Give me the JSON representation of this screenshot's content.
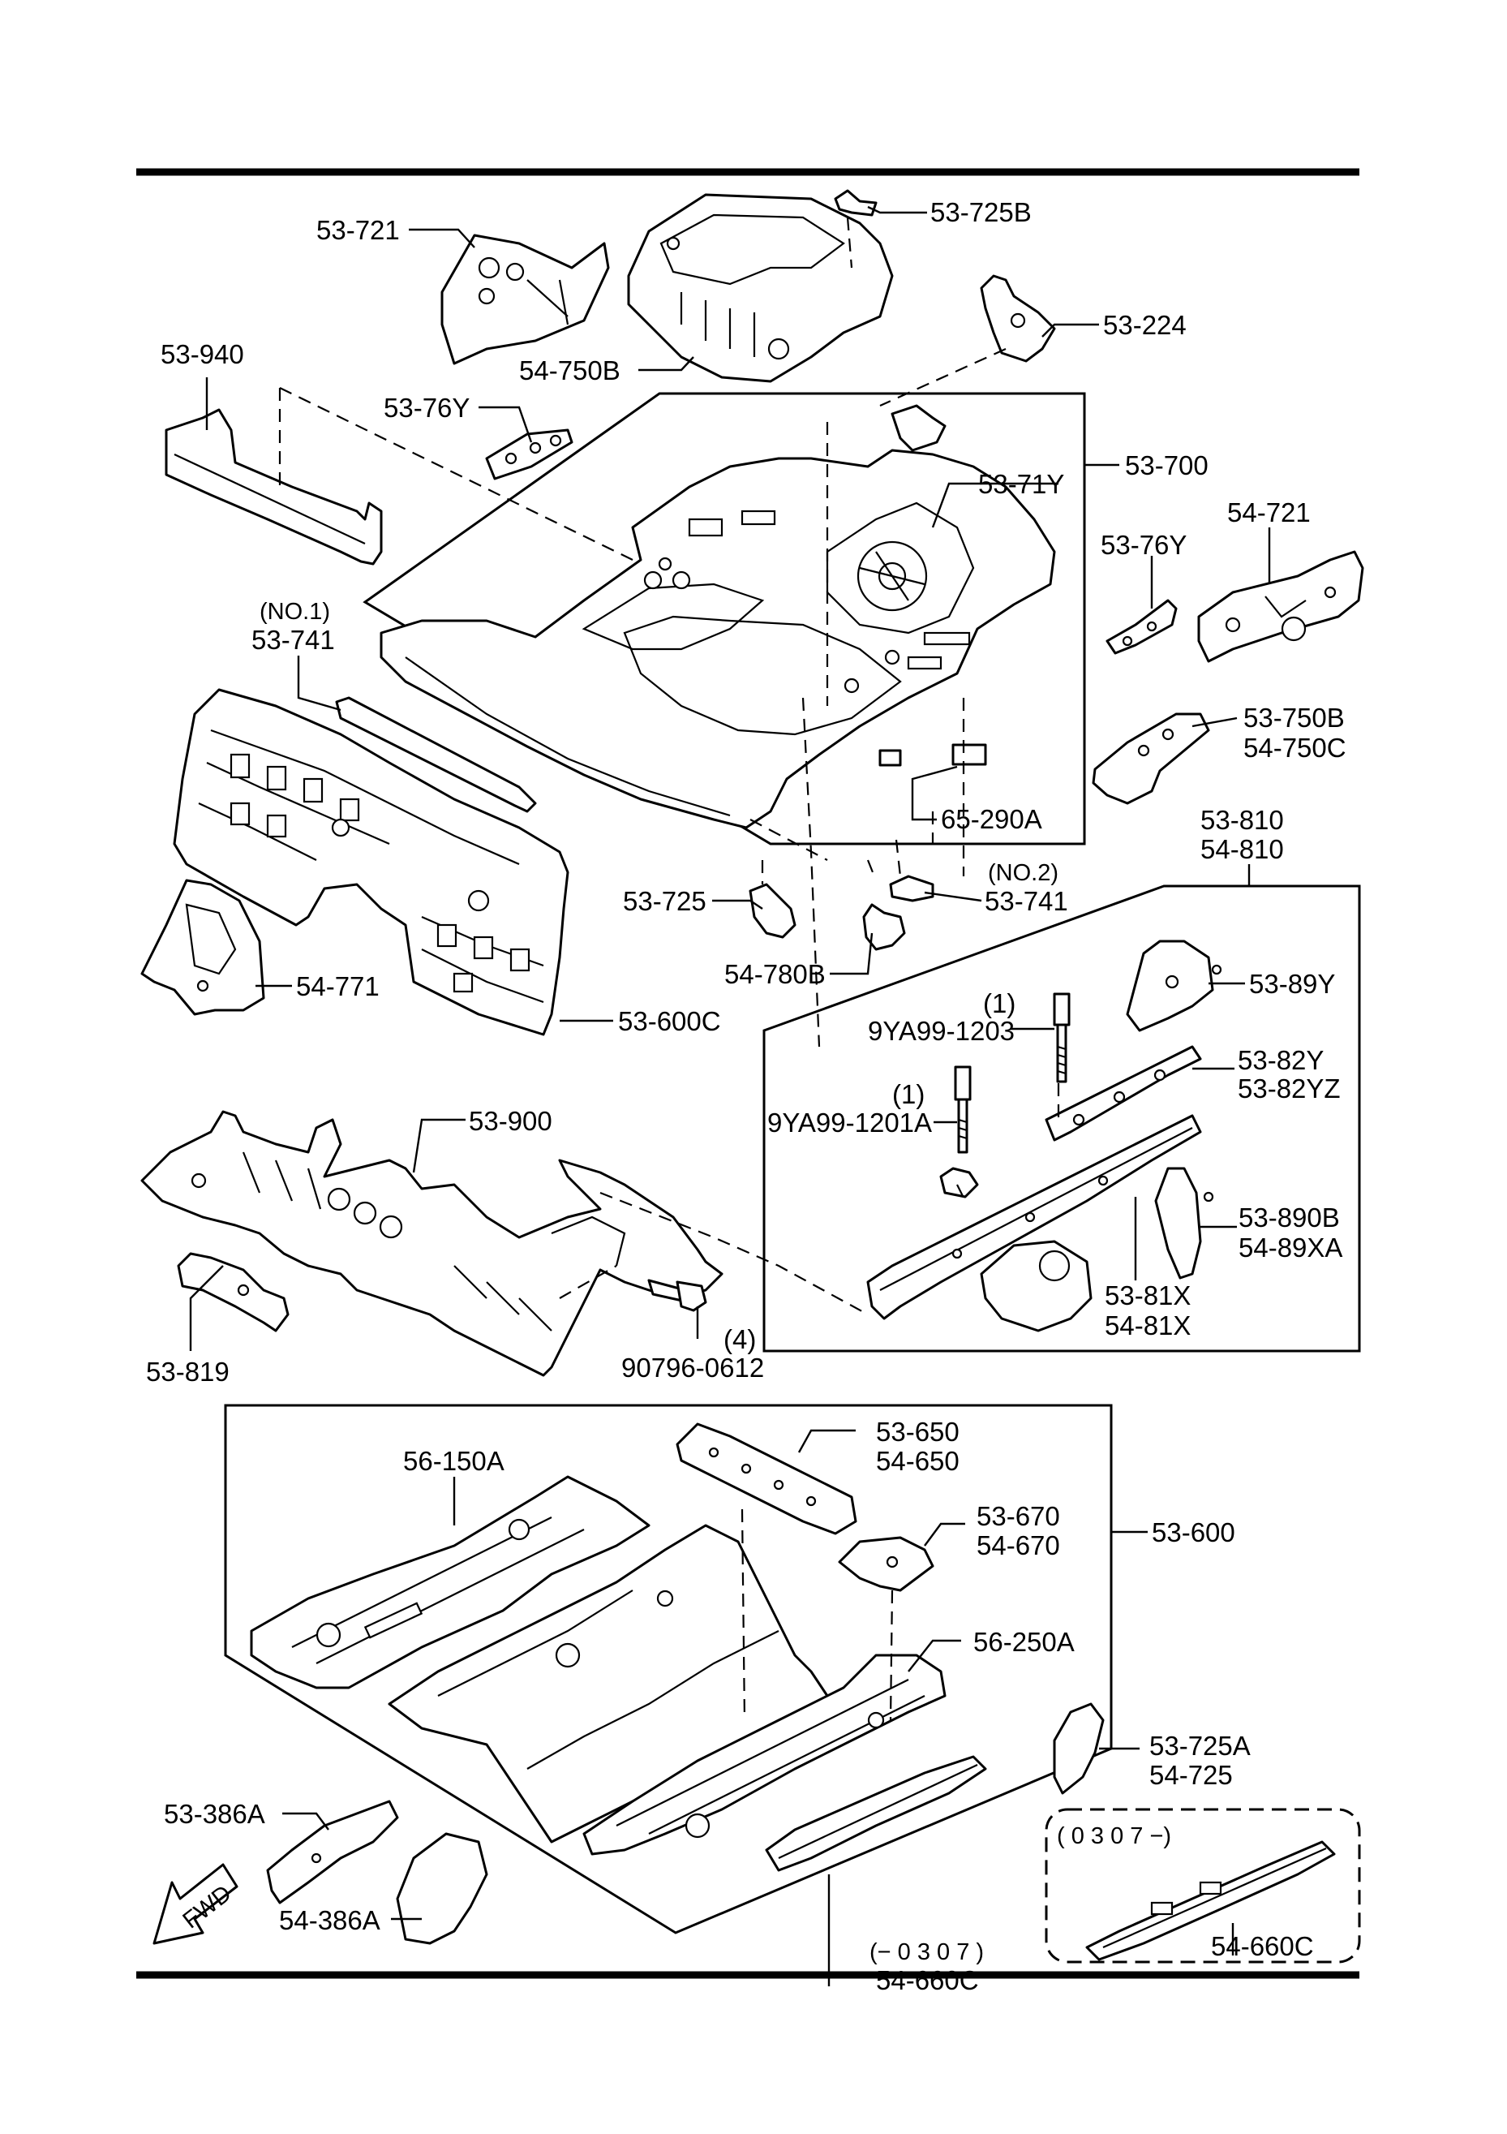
{
  "callouts": {
    "c_53_721": "53-721",
    "c_53_725B": "53-725B",
    "c_53_224": "53-224",
    "c_54_750B": "54-750B",
    "c_53_940": "53-940",
    "c_53_76Y_a": "53-76Y",
    "c_53_700": "53-700",
    "c_53_71Y": "53-71Y",
    "c_54_721": "54-721",
    "c_53_76Y_b": "53-76Y",
    "c_no1": "(NO.1)",
    "c_53_741_a": "53-741",
    "c_53_750B": "53-750B",
    "c_54_750C": "54-750C",
    "c_65_290A": "65-290A",
    "c_53_810": "53-810",
    "c_54_810": "54-810",
    "c_53_725": "53-725",
    "c_no2": "(NO.2)",
    "c_53_741_b": "53-741",
    "c_54_771": "54-771",
    "c_54_780B": "54-780B",
    "c_53_89Y": "53-89Y",
    "c_53_600C": "53-600C",
    "c_qty_1203": "(1)",
    "c_9YA99_1203": "9YA99-1203",
    "c_53_82Y": "53-82Y",
    "c_53_82YZ": "53-82YZ",
    "c_qty_1201": "(1)",
    "c_9YA99_1201A": "9YA99-1201A",
    "c_53_900": "53-900",
    "c_53_890B": "53-890B",
    "c_54_89XA": "54-89XA",
    "c_53_81X": "53-81X",
    "c_54_81X": "54-81X",
    "c_qty_4": "(4)",
    "c_90796_0612": "90796-0612",
    "c_53_819": "53-819",
    "c_56_150A": "56-150A",
    "c_53_650": "53-650",
    "c_54_650": "54-650",
    "c_53_670": "53-670",
    "c_54_670": "54-670",
    "c_53_600": "53-600",
    "c_56_250A": "56-250A",
    "c_53_725A": "53-725A",
    "c_54_725": "54-725",
    "c_53_386A": "53-386A",
    "c_0307_from": "( 0 3 0 7 −)",
    "c_fwd": "FWD",
    "c_0307_to": "(− 0 3 0 7 )",
    "c_54_660C_a": "54-660C",
    "c_54_386A": "54-386A",
    "c_54_660C_b": "54-660C"
  }
}
